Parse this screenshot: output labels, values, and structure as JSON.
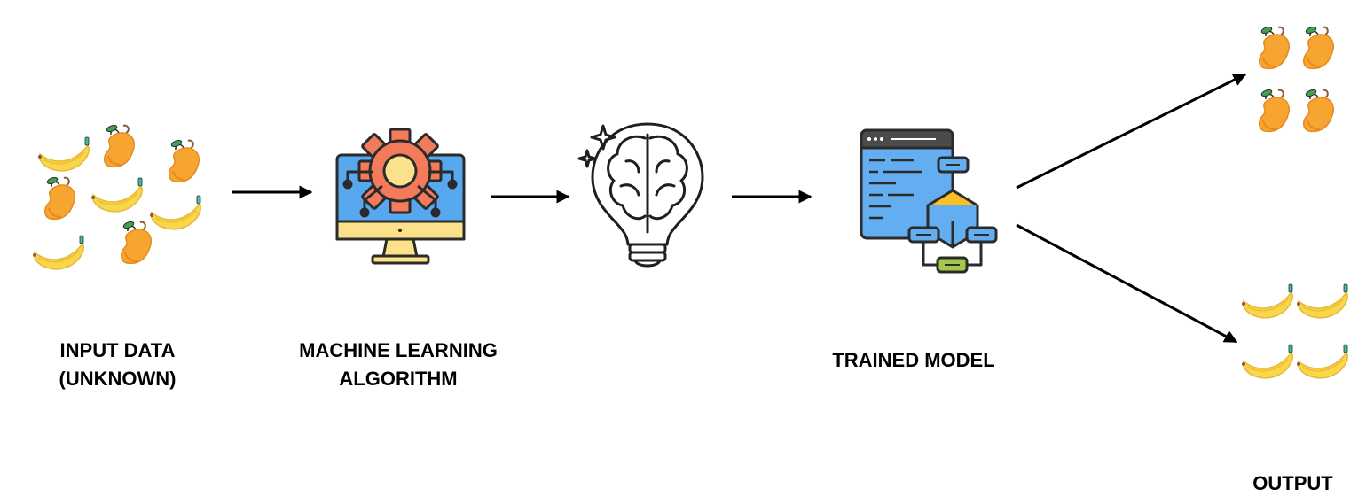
{
  "labels": {
    "input": [
      "INPUT DATA",
      "(UNKNOWN)"
    ],
    "algorithm": [
      "MACHINE LEARNING",
      "ALGORITHM"
    ],
    "trained": "TRAINED MODEL",
    "output": "OUTPUT"
  },
  "icons": {
    "input": "mixed-fruit-icons",
    "algorithm": "monitor-gear-icon",
    "brain": "brain-lightbulb-icon",
    "model": "code-window-flowchart-icon",
    "output_top": "mango-icons",
    "output_bottom": "banana-icons"
  },
  "colors": {
    "mango": "#F7A531",
    "mango_shade": "#E68A1F",
    "leaf": "#3FA34D",
    "stem": "#8A5A3C",
    "banana": "#F9D74C",
    "banana_tip": "#3CC0A0",
    "monitor_screen": "#58A8F0",
    "gear": "#F37B5B",
    "stand": "#FBE28A",
    "window_blue": "#63AEF0",
    "cube": "#FBBF24",
    "node_green": "#A3C94A",
    "outline": "#2B2B2B"
  }
}
